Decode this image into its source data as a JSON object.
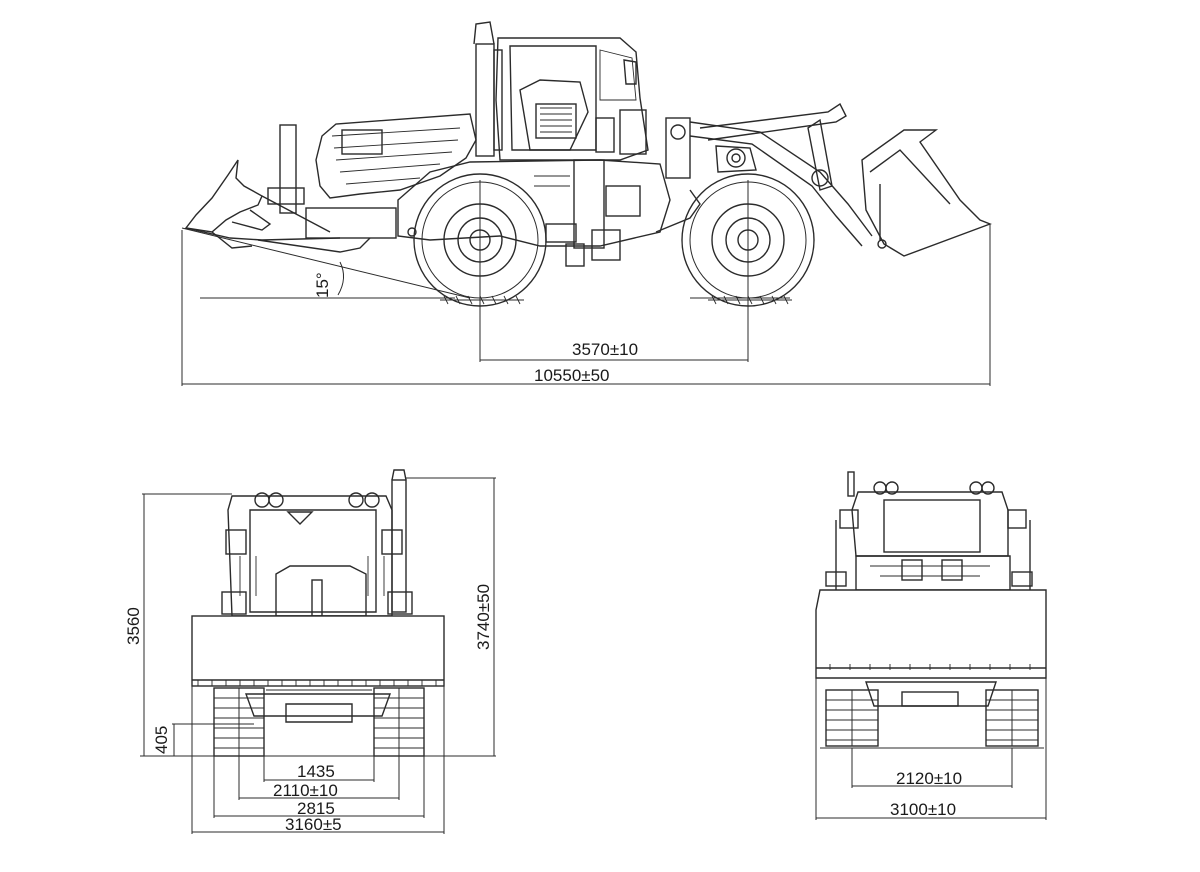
{
  "side_view": {
    "blade_angle_label": "15°",
    "wheelbase_label": "3570±10",
    "overall_length_label": "10550±50"
  },
  "front_view": {
    "height_blade_label": "3560",
    "height_overall_label": "3740±50",
    "ground_clearance_label": "405",
    "inner_track_label": "1435",
    "track_label": "2110±10",
    "outer_width_label": "2815",
    "blade_width_label": "3160±5"
  },
  "rear_view": {
    "track_label": "2120±10",
    "overall_width_label": "3100±10"
  }
}
